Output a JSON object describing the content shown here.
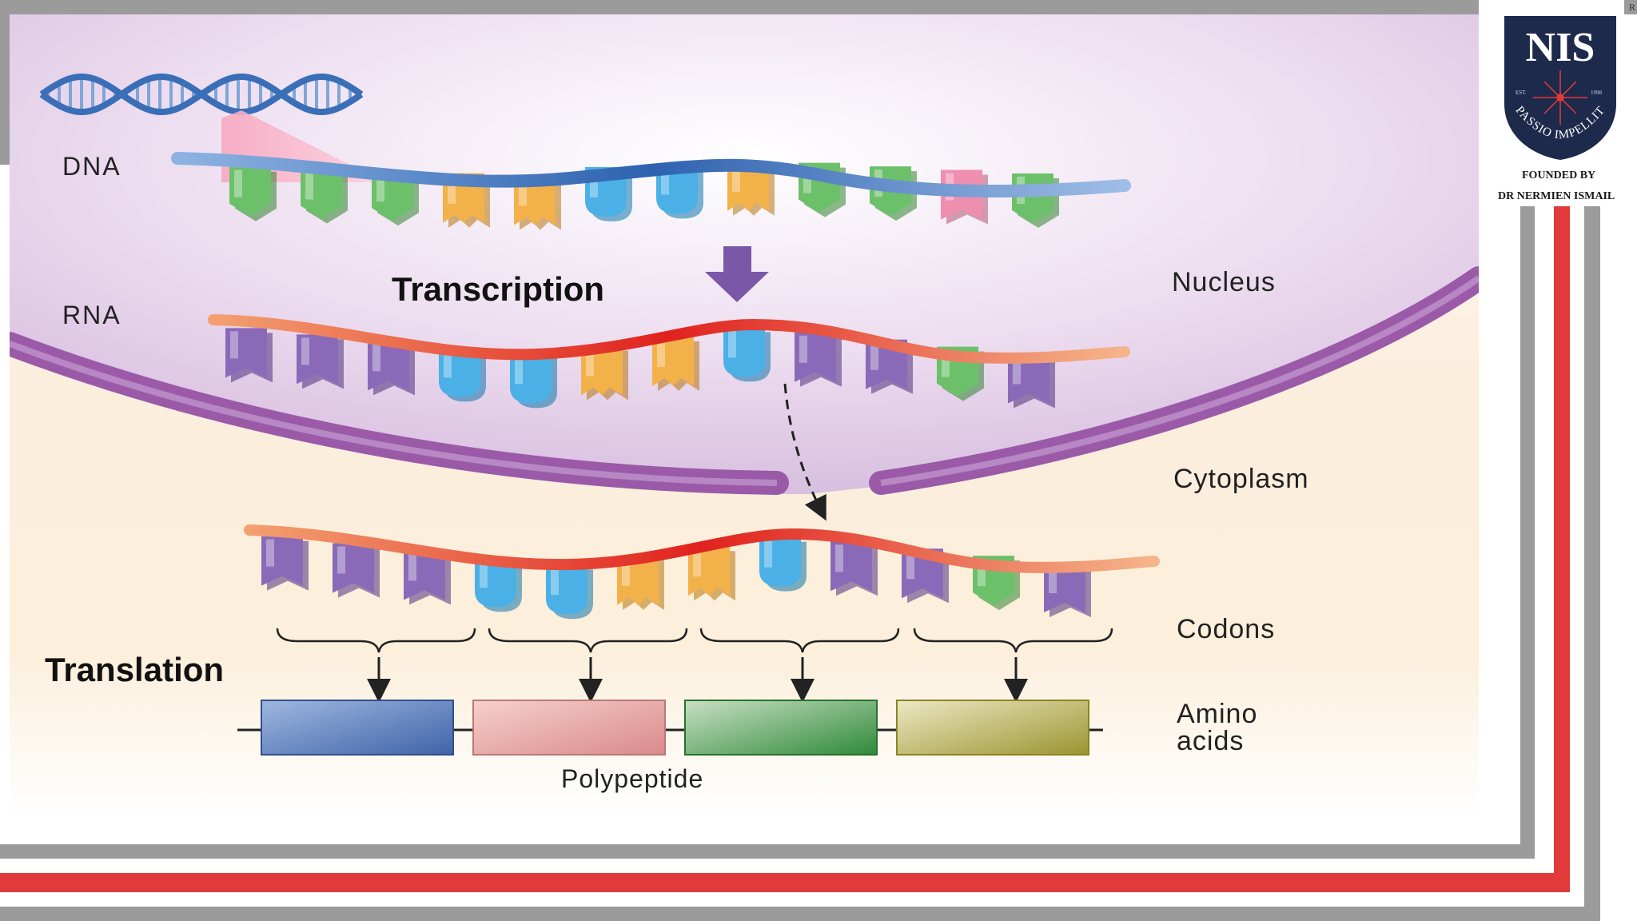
{
  "diagram": {
    "strand_labels": {
      "dna": "DNA",
      "rna": "RNA"
    },
    "process_labels": {
      "transcription": "Transcription",
      "translation": "Translation"
    },
    "side_labels": {
      "nucleus": "Nucleus",
      "cytoplasm": "Cytoplasm",
      "codons": "Codons",
      "amino_line1": "Amino",
      "amino_line2": "acids"
    },
    "polypeptide_label": "Polypeptide",
    "colors": {
      "dna_strand": "#3a6fb8",
      "rna_strand": "#e23a2a",
      "green_base": "#6cc06a",
      "orange_base": "#f3b14a",
      "blue_base": "#4ab0e6",
      "purple_base": "#8a6ab8",
      "pink_base": "#ee8fb0",
      "membrane": "#9b5aa8",
      "arrow_purple": "#7b57a8",
      "amino_blue": "#5878b4",
      "amino_pink": "#e2a0a0",
      "amino_green": "#4e9a52",
      "amino_olive": "#b4ac48"
    },
    "dna_bases": [
      "green",
      "green",
      "green",
      "orange",
      "orange",
      "blue",
      "blue",
      "orange",
      "green",
      "green",
      "pink",
      "green"
    ],
    "nuclear_rna_bases": [
      "purple",
      "purple",
      "purple",
      "blue",
      "blue",
      "orange",
      "orange",
      "blue",
      "purple",
      "purple",
      "green",
      "purple"
    ],
    "cyto_rna_bases": [
      "purple",
      "purple",
      "purple",
      "blue",
      "blue",
      "orange",
      "orange",
      "blue",
      "purple",
      "purple",
      "green",
      "purple"
    ],
    "amino_acids": [
      "amino_blue",
      "amino_pink",
      "amino_green",
      "amino_olive"
    ]
  },
  "logo": {
    "letters": "NIS",
    "est": "EST.",
    "year": "1998",
    "motto": "PASSIO IMPELLIT",
    "founded_by": "FOUNDED BY",
    "founder": "DR NERMIEN ISMAIL",
    "corner_mark": "R"
  }
}
